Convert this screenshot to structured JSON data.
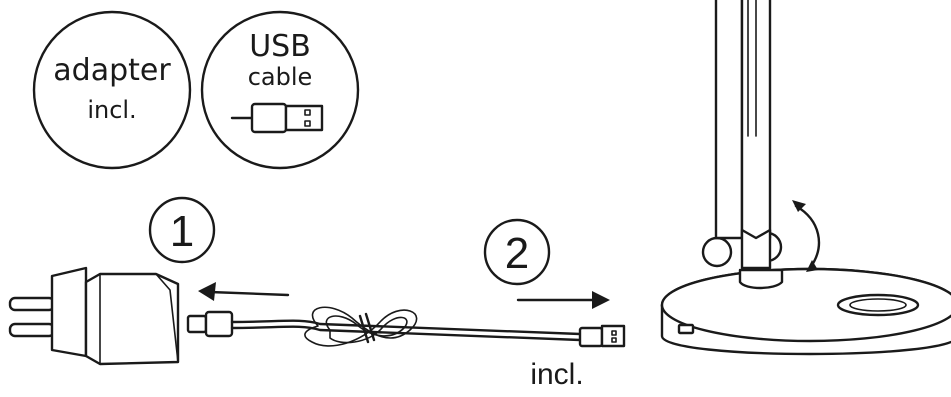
{
  "badges": {
    "adapter": {
      "line1": "adapter",
      "line2": "incl."
    },
    "usb": {
      "line1": "USB",
      "line2": "cable"
    }
  },
  "steps": {
    "step1": "1",
    "step2": "2"
  },
  "caption": "incl.",
  "icons": [
    "usb-plug-icon",
    "rotation-arrow-icon",
    "arrow-left-icon",
    "arrow-right-icon"
  ]
}
